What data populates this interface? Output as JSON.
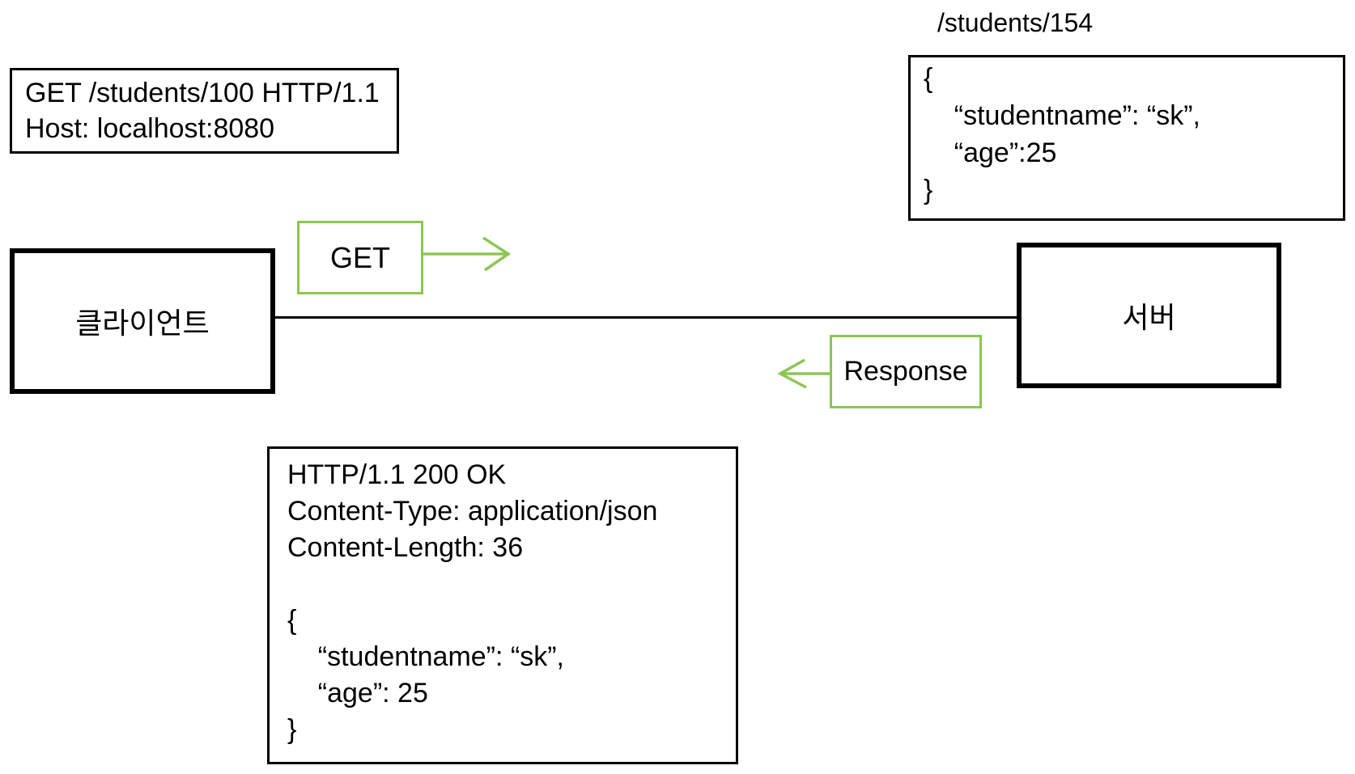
{
  "colors": {
    "accent_green": "#8CC653",
    "ink": "#000000",
    "background": "#FFFFFF"
  },
  "request_box": {
    "lines": [
      "GET /students/100 HTTP/1.1",
      "Host: localhost:8080"
    ]
  },
  "resource_label": "/students/154",
  "server_json_box": {
    "lines": [
      "{",
      "    “studentname”: “sk”,",
      "    “age”:25",
      "}"
    ]
  },
  "client_box": {
    "label": "클라이언트"
  },
  "server_box": {
    "label": "서버"
  },
  "get_box": {
    "label": "GET"
  },
  "response_box": {
    "label": "Response"
  },
  "response_detail_box": {
    "lines": [
      "HTTP/1.1 200 OK",
      "Content-Type: application/json",
      "Content-Length: 36",
      "",
      "{",
      "    “studentname”: “sk”,",
      "    “age”: 25",
      "}"
    ]
  }
}
